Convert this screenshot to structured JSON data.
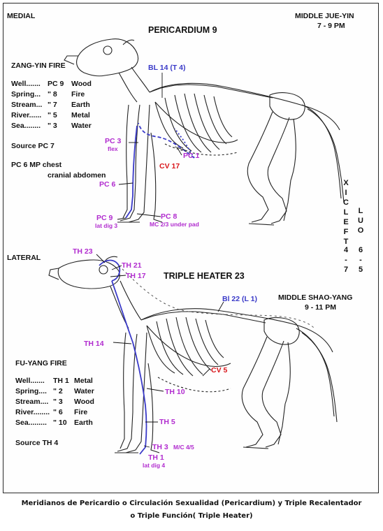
{
  "top_panel": {
    "view_label": "MEDIAL",
    "title": "PERICARDIUM  9",
    "meridian": "MIDDLE JUE-YIN",
    "hours": "7 - 9 PM",
    "element_type": "ZANG-YIN FIRE",
    "points_table": [
      {
        "name": "Well.......",
        "code": "PC 9",
        "element": "Wood"
      },
      {
        "name": "Spring...",
        "code": "\"   8",
        "element": "Fire"
      },
      {
        "name": "Stream...",
        "code": "\"   7",
        "element": "Earth"
      },
      {
        "name": "River......",
        "code": "\"   5",
        "element": "Metal"
      },
      {
        "name": "Sea........",
        "code": "\"   3",
        "element": "Water"
      }
    ],
    "source": "Source  PC 7",
    "note_line1": "PC 6 MP chest",
    "note_line2": "cranial abdomen",
    "point_labels": {
      "bl14": "BL 14 (T 4)",
      "pc3": "PC 3",
      "pc3_sub": "flex",
      "pc1": "PC 1",
      "cv17": "CV 17",
      "pc6": "PC 6",
      "pc9": "PC 9",
      "pc9_sub": "lat dig 3",
      "pc8": "PC 8",
      "pc8_sub": "MC 2/3 under pad"
    },
    "vertical_left": [
      "X",
      "I",
      "C",
      "L",
      "E",
      "F",
      "T",
      "",
      "4",
      "-",
      "7"
    ],
    "vertical_right": [
      "L",
      "U",
      "O",
      "",
      "6",
      "-",
      "5"
    ]
  },
  "bottom_panel": {
    "view_label": "LATERAL",
    "title": "TRIPLE HEATER  23",
    "meridian": "MIDDLE SHAO-YANG",
    "hours": "9 - 11 PM",
    "element_type": "FU-YANG FIRE",
    "points_table": [
      {
        "name": "Well.......",
        "code": "TH 1",
        "element": "Metal"
      },
      {
        "name": "Spring....",
        "code": "\"  2",
        "element": "Water"
      },
      {
        "name": "Stream....",
        "code": "\"  3",
        "element": "Wood"
      },
      {
        "name": "River........",
        "code": "\"  6",
        "element": "Fire"
      },
      {
        "name": "Sea.........",
        "code": "\"  10",
        "element": "Earth"
      }
    ],
    "source": "Source  TH 4",
    "point_labels": {
      "th23": "TH 23",
      "th21": "TH 21",
      "th17": "TH 17",
      "bl22": "Bl 22 (L 1)",
      "th14": "TH 14",
      "cv5": "CV 5",
      "th10": "TH 10",
      "th5": "TH 5",
      "th3": "TH 3",
      "th3_sub": "M/C 4/5",
      "th1": "TH 1",
      "th1_sub": "lat dig 4"
    }
  },
  "caption_line1": "Meridianos de Pericardio o Circulación Sexualidad (Pericardium) y Triple Recalentador",
  "caption_line2": "o Triple Función( Triple Heater)",
  "colors": {
    "meridian_line": "#3a3ac8",
    "point_label": "#b12ccf",
    "conception_vessel_label": "#d9151a",
    "outline": "#222222"
  }
}
